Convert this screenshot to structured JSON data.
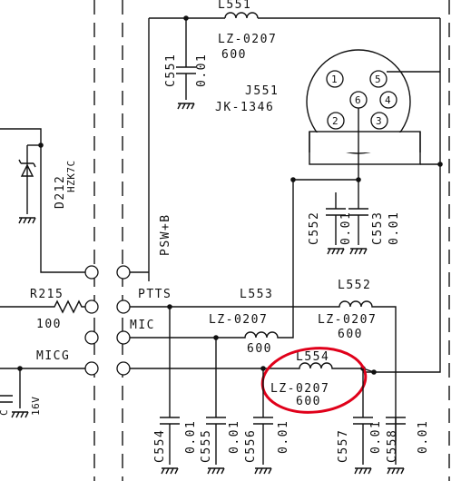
{
  "components": {
    "l551": {
      "ref": "L551",
      "part": "LZ-0207",
      "value": "600"
    },
    "c551": {
      "ref": "C551",
      "value": "0.01"
    },
    "j551": {
      "ref": "J551",
      "part": "JK-1346",
      "pins": [
        "1",
        "2",
        "3",
        "4",
        "5",
        "6"
      ]
    },
    "d212": {
      "ref": "D212",
      "part": "HZK7C"
    },
    "r215": {
      "ref": "R215",
      "value": "100"
    },
    "c552": {
      "ref": "C552",
      "value": "0.01"
    },
    "c553": {
      "ref": "C553",
      "value": "0.01"
    },
    "l552": {
      "ref": "L552",
      "part": "LZ-0207",
      "value": "600"
    },
    "l553": {
      "ref": "L553",
      "part": "LZ-0207",
      "value": "600"
    },
    "l554": {
      "ref": "L554",
      "part": "LZ-0207",
      "value": "600"
    },
    "c554": {
      "ref": "C554",
      "value": "0.01"
    },
    "c555": {
      "ref": "C555",
      "value": "0.01"
    },
    "c556": {
      "ref": "C556",
      "value": "0.01"
    },
    "c557": {
      "ref": "C557",
      "value": "0.01"
    },
    "c558": {
      "ref": "C558",
      "value": "0.01"
    },
    "cap_left": {
      "ref": "C",
      "value": "16V"
    }
  },
  "nets": {
    "psw": "PSW+B",
    "ptts": "PTTS",
    "mic": "MIC",
    "micg": "MICG"
  },
  "highlight": {
    "color": "#e0001a"
  }
}
